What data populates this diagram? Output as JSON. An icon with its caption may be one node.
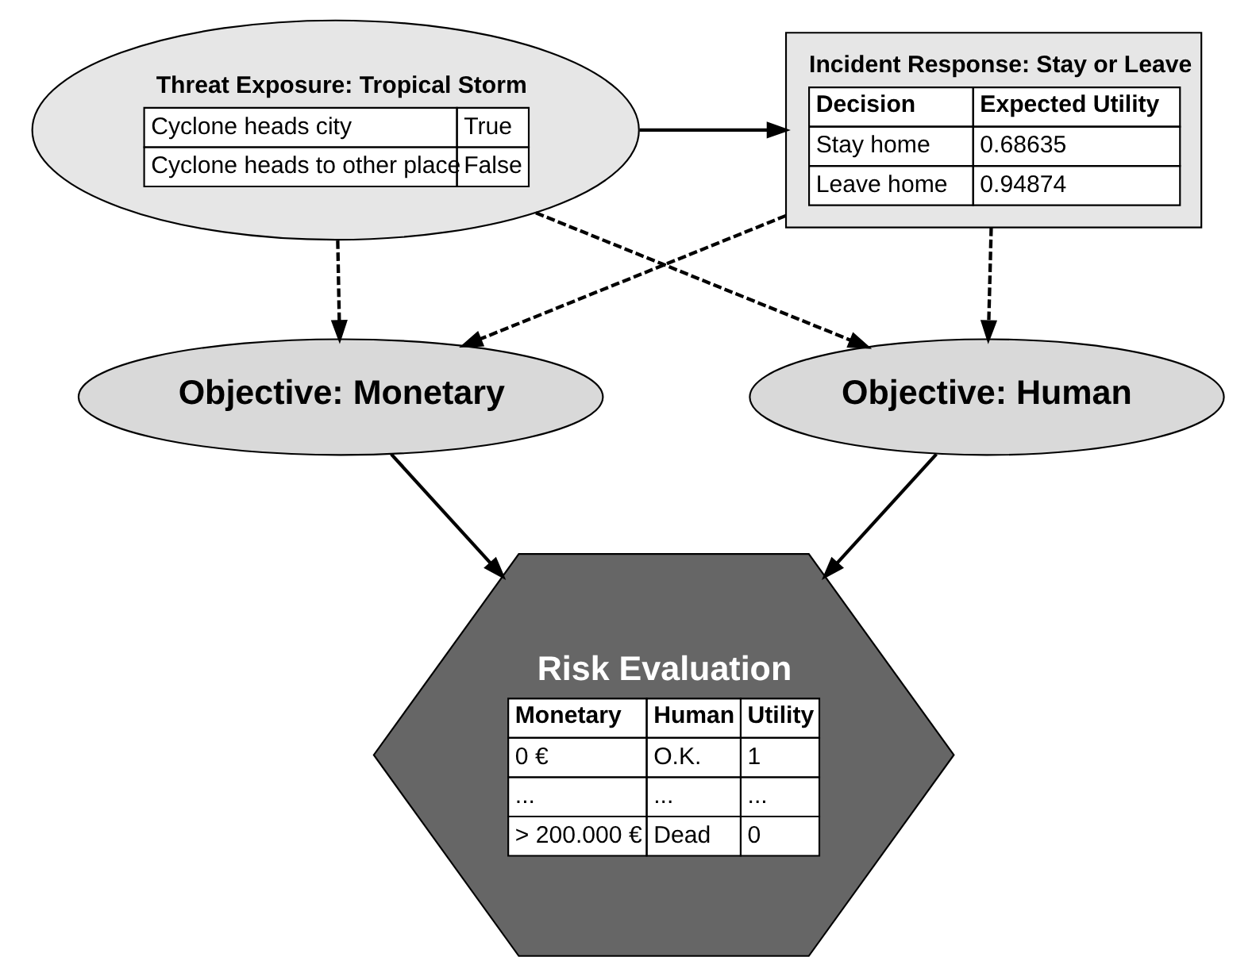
{
  "diagram": {
    "nodes": [
      {
        "text": [
          "Threat Exposure: Tropical Storm",
          "Cyclone heads city",
          "True",
          "Cyclone heads to other place",
          "False"
        ]
      },
      {
        "text": [
          "Incident Response: Stay or Leave",
          "Decision",
          "Expected Utility",
          "Stay home",
          "0.68635",
          "Leave home",
          "0.94874"
        ]
      },
      {
        "text": [
          "Objective: Monetary"
        ]
      },
      {
        "text": [
          "Objective: Human"
        ]
      },
      {
        "text": [
          "Risk Evaluation",
          "Monetary",
          "Human",
          "Utility",
          "0 €",
          "O.K.",
          "1",
          "...",
          "...",
          "...",
          "> 200.000 €",
          "Dead",
          "0"
        ]
      }
    ],
    "edges": [
      {
        "from": 0,
        "to": 1,
        "arrow": "to"
      },
      {
        "from": 0,
        "to": 2,
        "arrow": "to",
        "style": "dashed"
      },
      {
        "from": 0,
        "to": 3,
        "arrow": "to",
        "style": "dashed"
      },
      {
        "from": 1,
        "to": 2,
        "arrow": "to",
        "style": "dashed"
      },
      {
        "from": 1,
        "to": 3,
        "arrow": "to",
        "style": "dashed"
      },
      {
        "from": 2,
        "to": 4,
        "arrow": "to"
      },
      {
        "from": 3,
        "to": 4,
        "arrow": "to"
      }
    ]
  }
}
